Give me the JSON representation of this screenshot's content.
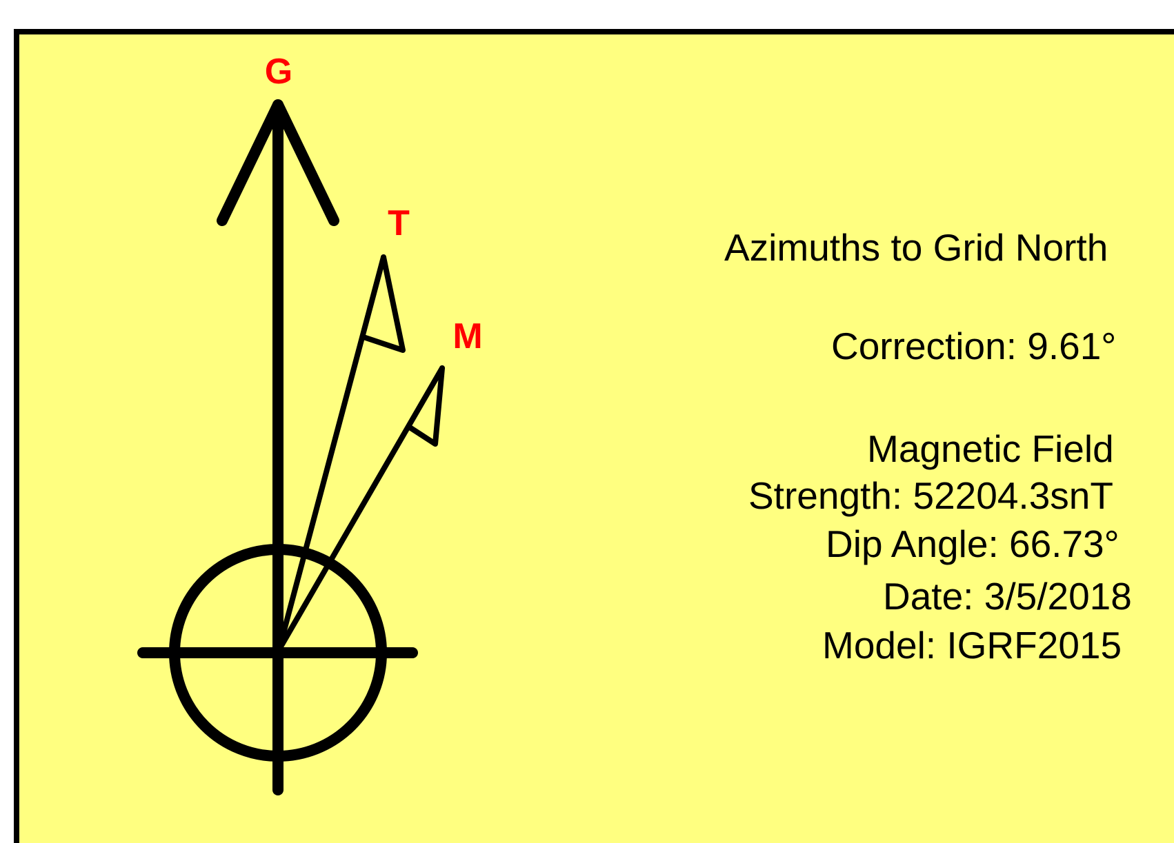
{
  "labels": {
    "grid": "G",
    "true_north": "T",
    "magnetic_north": "M"
  },
  "info": {
    "heading": "Azimuths to Grid North",
    "correction": "Correction: 9.61°",
    "field_title": "Magnetic Field",
    "strength": "Strength: 52204.3snT",
    "dip_angle": "Dip Angle: 66.73°",
    "date": "Date: 3/5/2018",
    "model": "Model: IGRF2015"
  },
  "colors": {
    "panel_background": "#ffff80",
    "panel_border": "#000000",
    "label_color": "#ff0000",
    "line_color": "#000000"
  },
  "icons": {
    "grid_arrow": "grid-north-arrow-icon",
    "true_arrow": "true-north-flag-icon",
    "magnetic_arrow": "magnetic-north-flag-icon",
    "origin": "crosshair-circle-icon"
  }
}
